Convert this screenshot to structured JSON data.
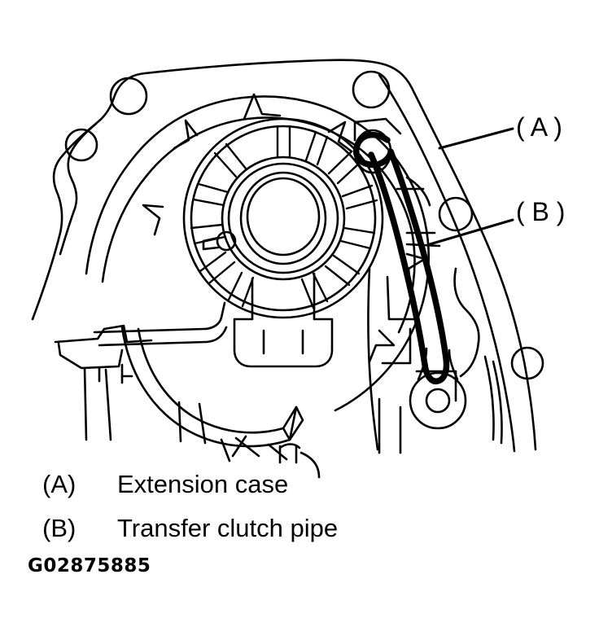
{
  "figure": {
    "id_code": "G02875885",
    "description": "Automotive service manual line drawing of a transmission extension case viewed from the rear, showing the transfer clutch pipe routed along the right side of the case",
    "style": "black line art on white background",
    "ink_color": "#000000",
    "background_color": "#ffffff"
  },
  "callouts": [
    {
      "key": "callout-a",
      "label": "( A )",
      "points_to": "outer edge of extension case housing"
    },
    {
      "key": "callout-b",
      "label": "( B )",
      "points_to": "transfer clutch pipe"
    }
  ],
  "legend": {
    "items": [
      {
        "key": "(A)",
        "text": "Extension case"
      },
      {
        "key": "(B)",
        "text": "Transfer clutch pipe"
      }
    ]
  },
  "parts": {
    "extension_case": "extension-case-outline",
    "transfer_clutch_pipe": "transfer-clutch-pipe",
    "center_bore": "center-bearing-bore",
    "radial_ribs": 14,
    "bolt_holes": 6,
    "lower_rib": "curved-lower-rib"
  }
}
